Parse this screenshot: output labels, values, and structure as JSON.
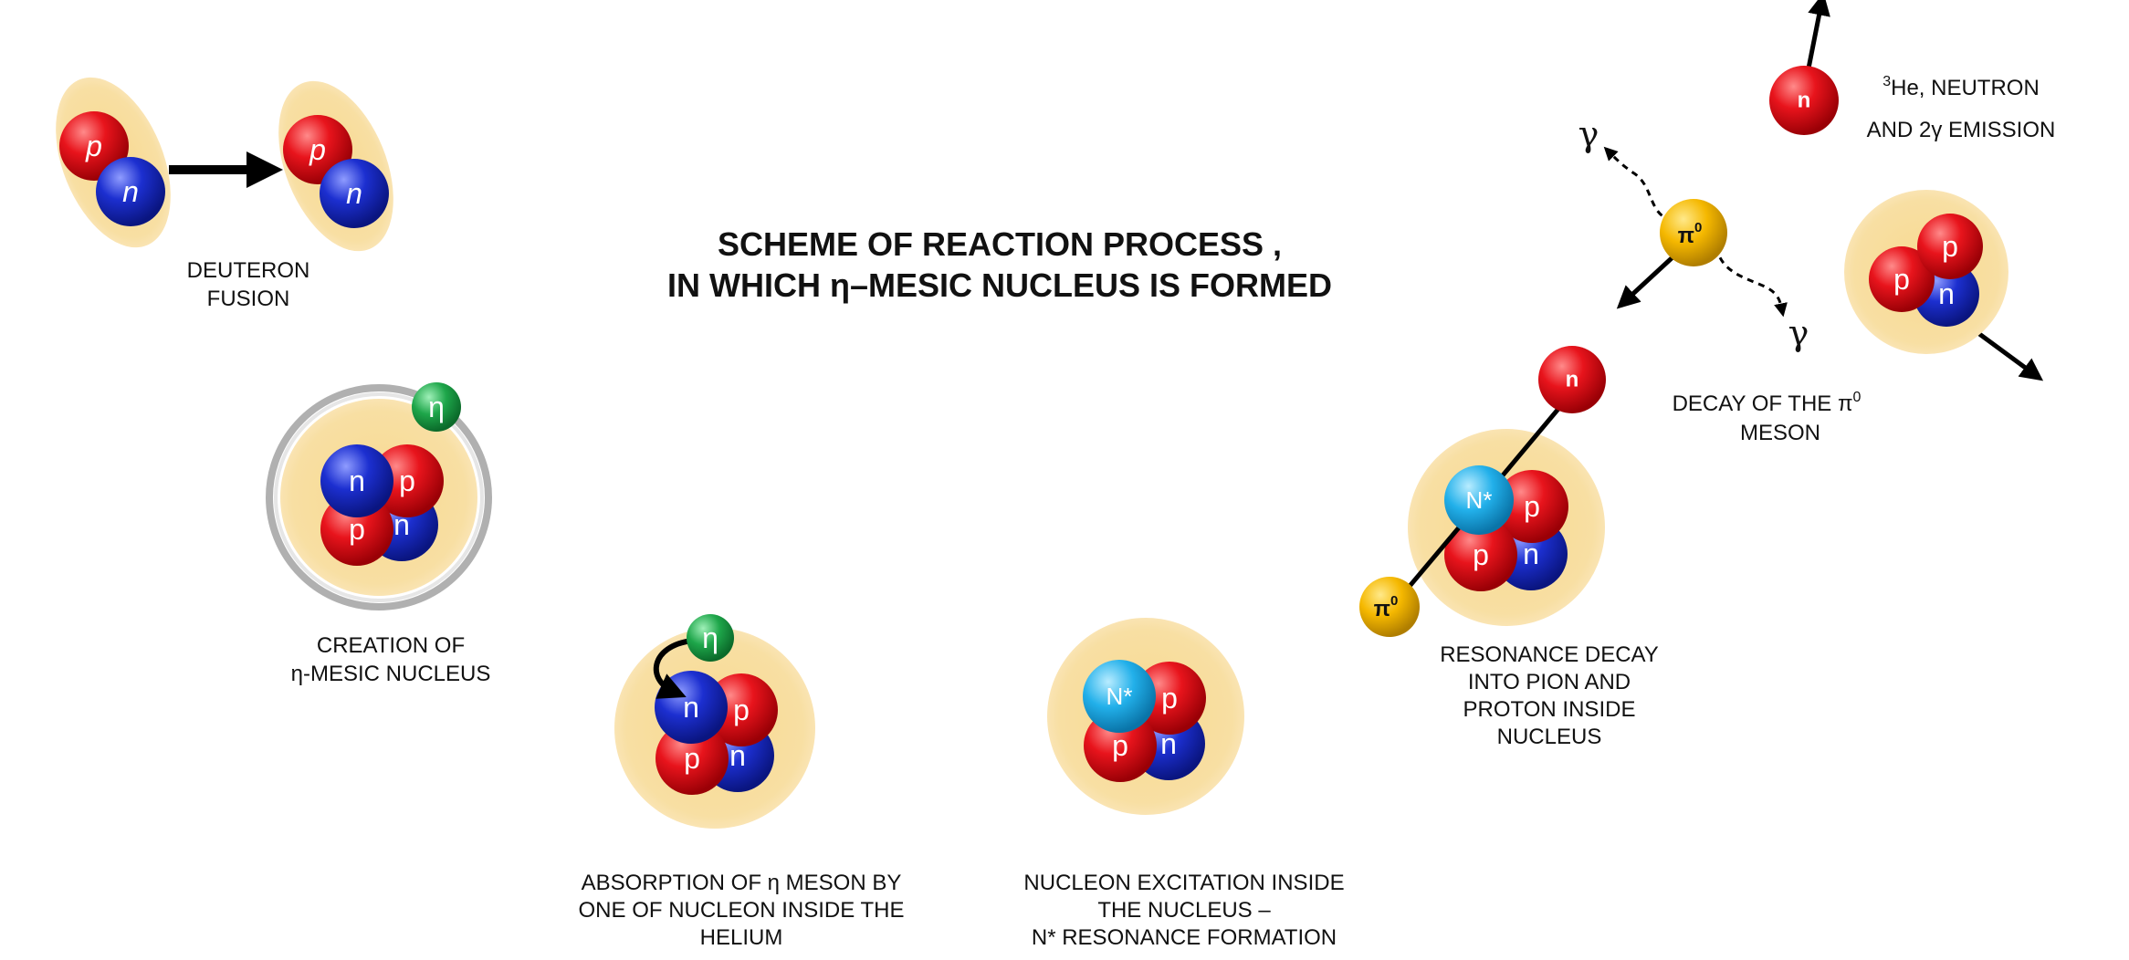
{
  "title": {
    "line1": "SCHEME OF REACTION PROCESS ,",
    "line2": "IN WHICH η–MESIC NUCLEUS IS FORMED"
  },
  "particles": {
    "proton": "p",
    "neutron": "n",
    "eta": "η",
    "resonance": "N*",
    "pion": "π",
    "pion_sup": "0",
    "gamma": "γ"
  },
  "stages": {
    "deuteron": {
      "line1": "DEUTERON",
      "line2": "FUSION"
    },
    "creation": {
      "line1": "CREATION OF",
      "line2": "η-MESIC NUCLEUS"
    },
    "absorption": {
      "line1": "ABSORPTION  OF η  MESON BY",
      "line2": "ONE OF NUCLEON INSIDE THE",
      "line3": "HELIUM"
    },
    "excitation": {
      "line1": "NUCLEON EXCITATION INSIDE",
      "line2": "THE NUCLEUS –",
      "line3": "N*  RESONANCE FORMATION"
    },
    "resonance_decay": {
      "line1": "RESONANCE DECAY",
      "line2": "INTO PION AND",
      "line3": "PROTON INSIDE",
      "line4": "NUCLEUS"
    },
    "pi0_decay": {
      "line1": "DECAY OF THE π",
      "line1_sup": "0",
      "line2": "MESON"
    },
    "emission": {
      "sup": "3",
      "line1": "He, NEUTRON",
      "line2": "AND 2γ EMISSION"
    }
  },
  "colors": {
    "proton": "#e8141c",
    "neutron": "#1c2fd0",
    "eta": "#1ea64a",
    "resonance": "#22b0ea",
    "pion": "#f5b800",
    "nucleus": "#f7dc9a"
  }
}
